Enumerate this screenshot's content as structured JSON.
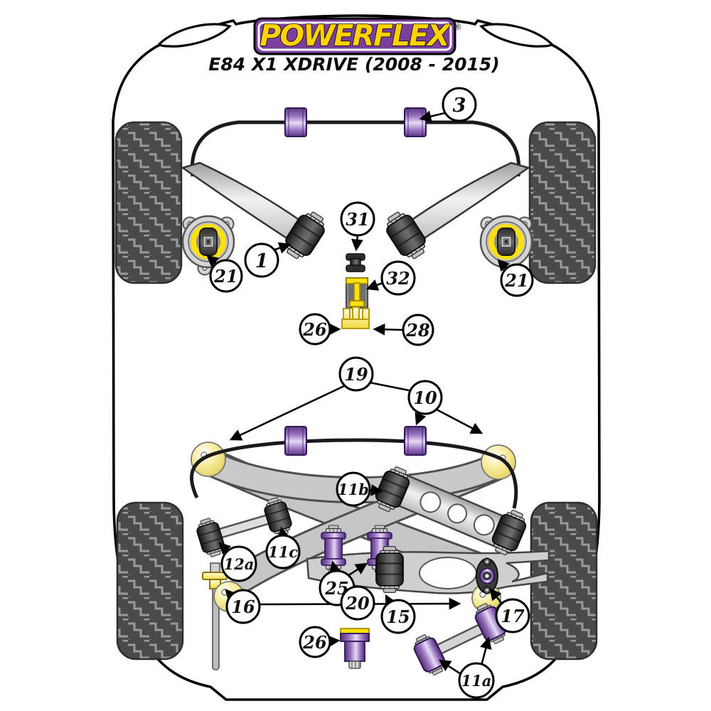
{
  "header": {
    "brand": "POWERFLEX",
    "registered_mark": "®",
    "model": "E84 X1 XDRIVE (2008 - 2015)"
  },
  "callouts": {
    "c3": "3",
    "c1": "1",
    "c21_left": "21",
    "c21_right": "21",
    "c31": "31",
    "c32": "32",
    "c26_front": "26",
    "c28": "28",
    "c19": "19",
    "c10": "10",
    "c11b": "11b",
    "c11c": "11c",
    "c12a": "12a",
    "c25": "25",
    "c20": "20",
    "c16": "16",
    "c15": "15",
    "c17": "17",
    "c26_rear": "26",
    "c11a": "11a"
  },
  "colors": {
    "brand_purple": "#7b3f9e",
    "brand_yellow": "#ffd200",
    "bushing_purple": "#9b74c2",
    "bushing_purple_light": "#e6daf4",
    "bushing_purple_dark": "#5a3780",
    "insert_yellow": "#ffe10a",
    "pale_yellow_ball": "#f3e178",
    "metal_gray": "#c9c9c9",
    "dark_bushing": "#3c3c3c",
    "tire_dark": "#4a4a4a",
    "tire_tread": "#9a9a9a",
    "outline_black": "#111111"
  }
}
